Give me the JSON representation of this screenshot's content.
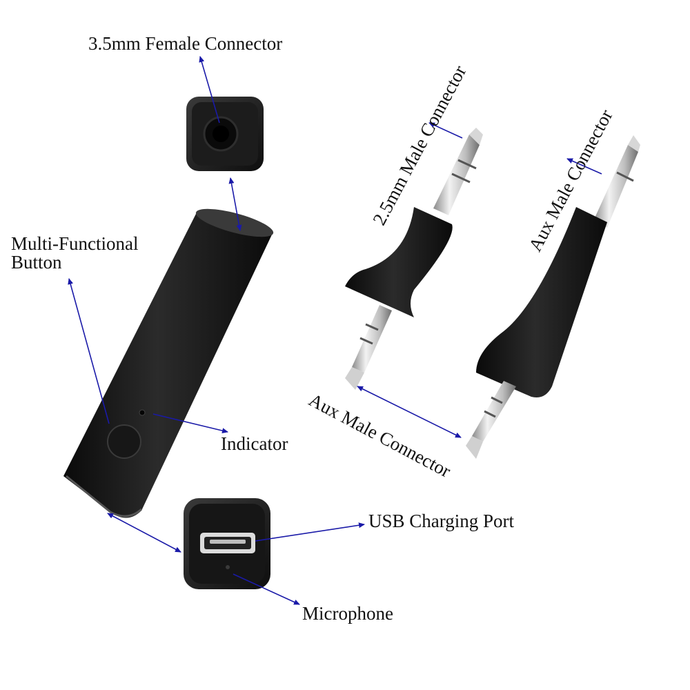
{
  "labels": {
    "female_connector": "3.5mm Female Connector",
    "multi_button": "Multi-Functional Button",
    "indicator": "Indicator",
    "usb_port": "USB Charging Port",
    "microphone": "Microphone",
    "male_25": "2.5mm Male Connector",
    "aux_male_top": "Aux Male Connector",
    "aux_male_bottom": "Aux Male Connector"
  },
  "colors": {
    "arrow": "#1a1aa8",
    "body": "#141414",
    "metal": "#c9c9c9",
    "label": "#111111"
  }
}
